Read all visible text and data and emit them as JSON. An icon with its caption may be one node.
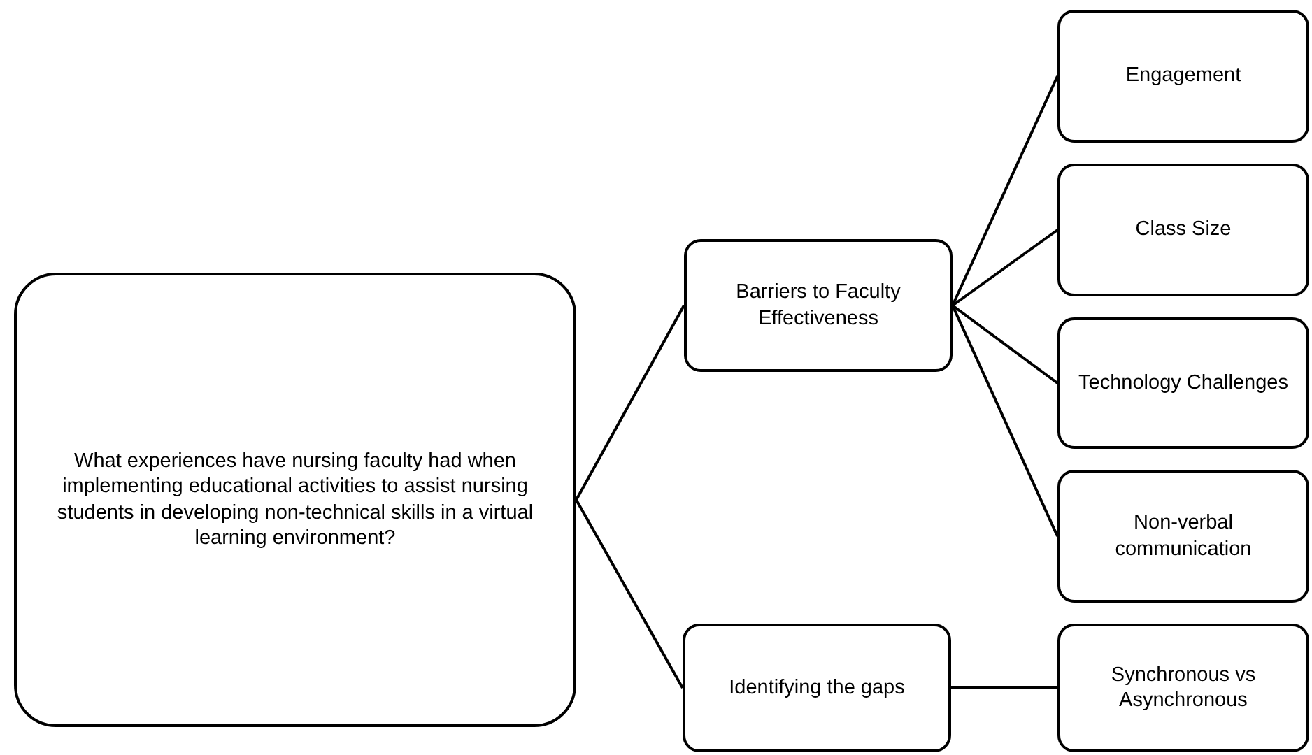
{
  "diagram": {
    "nodes": [
      {
        "text": [
          "What experiences have nursing faculty had when implementing educational activities to assist nursing students in developing non-technical skills in a virtual learning environment?"
        ]
      },
      {
        "text": [
          "Barriers to Faculty Effectiveness"
        ]
      },
      {
        "text": [
          "Engagement"
        ]
      },
      {
        "text": [
          "Class Size"
        ]
      },
      {
        "text": [
          "Technology Challenges"
        ]
      },
      {
        "text": [
          "Non-verbal communication"
        ]
      },
      {
        "text": [
          "Identifying the gaps"
        ]
      },
      {
        "text": [
          "Synchronous vs Asynchronous"
        ]
      }
    ],
    "edges": [
      {
        "from": 0,
        "to": 1,
        "arrow": "none"
      },
      {
        "from": 0,
        "to": 6,
        "arrow": "none"
      },
      {
        "from": 1,
        "to": 2,
        "arrow": "none"
      },
      {
        "from": 1,
        "to": 3,
        "arrow": "none"
      },
      {
        "from": 1,
        "to": 4,
        "arrow": "none"
      },
      {
        "from": 1,
        "to": 5,
        "arrow": "none"
      },
      {
        "from": 6,
        "to": 7,
        "arrow": "none"
      }
    ]
  }
}
